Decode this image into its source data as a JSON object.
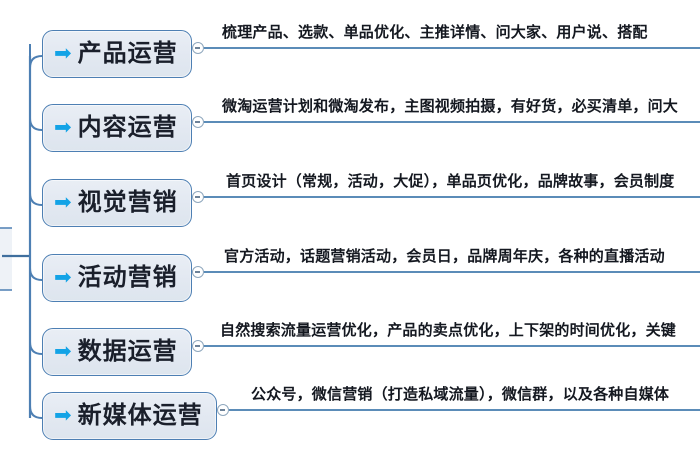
{
  "diagram": {
    "type": "mind-map",
    "title": "电商运营分支脑图",
    "orientation": "left-to-right",
    "colors": {
      "node_border": "#4d7fb3",
      "node_fill": "#e3e9f1",
      "connector": "#5b8cb8",
      "arrow_icon": "#13a3e6",
      "text": "#141820",
      "background": "#ffffff"
    },
    "parent": {
      "visible": "partial",
      "note": "父节点在画面左侧被裁切"
    },
    "toggle_icon": "minus-circle",
    "node_icon": "right-arrow",
    "branches": [
      {
        "label": "产品运营",
        "icon": "right-arrow-icon",
        "toggle": "minus",
        "description": "梳理产品、选款、单品优化、主推详情、问大家、用户说、搭配",
        "truncated": false
      },
      {
        "label": "内容运营",
        "icon": "right-arrow-icon",
        "toggle": "minus",
        "description": "微淘运营计划和微淘发布，主图视频拍摄，有好货，必买清单，问大",
        "truncated": true
      },
      {
        "label": "视觉营销",
        "icon": "right-arrow-icon",
        "toggle": "minus",
        "description": "首页设计（常规，活动，大促），单品页优化，品牌故事，会员制度",
        "truncated": true
      },
      {
        "label": "活动营销",
        "icon": "right-arrow-icon",
        "toggle": "minus",
        "description": "官方活动，话题营销活动，会员日，品牌周年庆，各种的直播活动",
        "truncated": false
      },
      {
        "label": "数据运营",
        "icon": "right-arrow-icon",
        "toggle": "minus",
        "description": "自然搜索流量运营优化，产品的卖点优化，上下架的时间优化，关键",
        "truncated": true
      },
      {
        "label": "新媒体运营",
        "icon": "right-arrow-icon",
        "toggle": "minus",
        "description": "公众号，微信营销（打造私域流量），微信群，以及各种自媒体",
        "truncated": true
      }
    ]
  }
}
